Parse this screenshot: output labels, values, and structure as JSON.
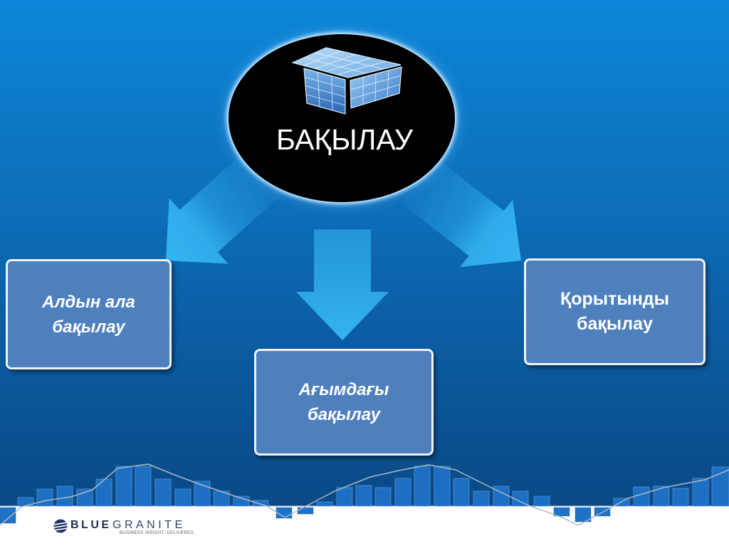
{
  "slide": {
    "title": "БАҚЫЛАУ",
    "title_icon": "cube-grid-icon",
    "boxes": {
      "left": {
        "line1": "Алдын ала",
        "line2": "бақылау"
      },
      "center": {
        "line1": "Ағымдағы",
        "line2": "бақылау"
      },
      "right": {
        "line1": "Қорытынды",
        "line2": "бақылау"
      }
    },
    "arrow_icon": "arrow-down-icon"
  },
  "logo": {
    "icon": "bluegranite-logo-icon",
    "brand_first": "BLUE",
    "brand_second": "GRANITE",
    "tagline": "BUSINESS INSIGHT. DELIVERED."
  },
  "colors": {
    "background_top": "#0b86d8",
    "background_bottom": "#0a4a86",
    "hub_fill": "#000000",
    "hub_glow": "#a8d8fa",
    "arrow": "#35b6f4",
    "box_fill": "#4e80be",
    "box_border": "#eef3f9",
    "box_text": "#ffffff",
    "bars": "#1d6fc3",
    "footer_band": "#ffffff",
    "logo_text": "#1c2d4f"
  }
}
